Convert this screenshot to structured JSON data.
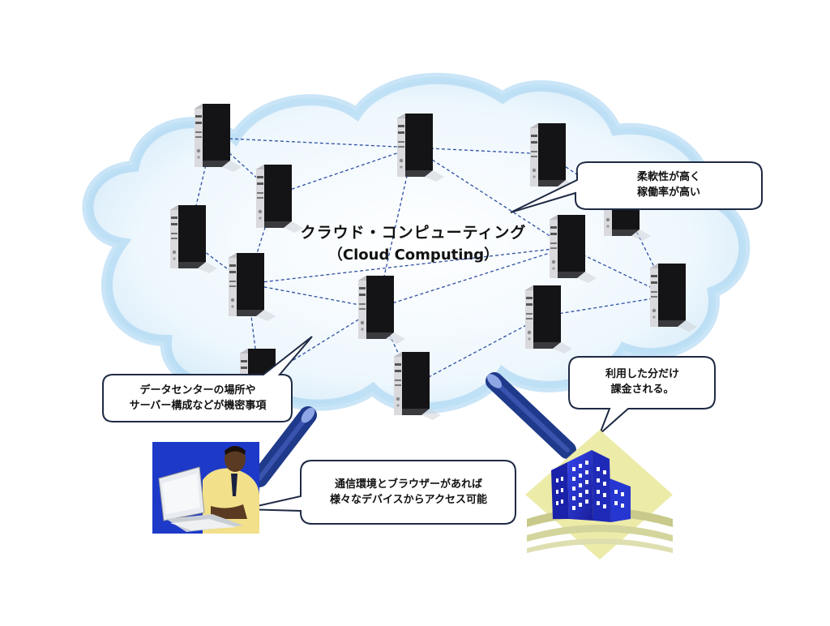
{
  "title": {
    "main": "クラウド・コンピューティング",
    "sub": "（Cloud Computing）"
  },
  "callouts": [
    {
      "id": "flexibility",
      "lines": [
        "柔軟性が高く",
        "稼働率が高い"
      ]
    },
    {
      "id": "billing",
      "lines": [
        "利用した分だけ",
        "課金される。"
      ]
    },
    {
      "id": "confidential",
      "lines": [
        "データセンターの場所や",
        "サーバー構成などが機密事項"
      ]
    },
    {
      "id": "access",
      "lines": [
        "通信環境とブラウザーがあれば",
        "様々なデバイスからアクセス可能"
      ]
    }
  ],
  "colors": {
    "cloud_fill": "#dbeefa",
    "cloud_edge": "#9fd0f0",
    "network_line": "#2d4fa0",
    "connector_pipe": "#1f3a8a",
    "server_body": "#1c1c1e",
    "callout_border": "#1f2a44",
    "building_blue": "#2233cc",
    "building_ground": "#c8c98a"
  },
  "icons": {
    "server": "server-tower-icon",
    "user": "user-at-computer-icon",
    "building": "office-building-icon"
  }
}
